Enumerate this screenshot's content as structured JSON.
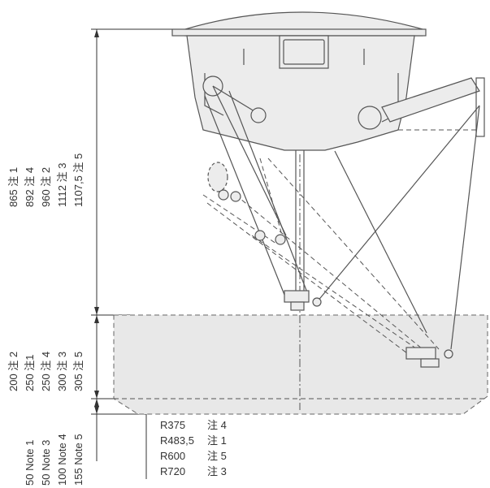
{
  "height_labels": {
    "upper": [
      "865 注 1",
      "892 注 4",
      "960 注 2",
      "1112 注 3",
      "1107,5 注 5"
    ],
    "middle": [
      "200 注 2",
      "250 注1",
      "250 注 4",
      "300 注 3",
      "305 注 5"
    ],
    "lower": [
      "50 Note 1",
      "50 Note 3",
      "100 Note 4",
      "155 Note 5"
    ]
  },
  "radius_notes": [
    {
      "value": "R375",
      "note": "注 4"
    },
    {
      "value": "R483,5",
      "note": "注 1"
    },
    {
      "value": "R600",
      "note": "注 5"
    },
    {
      "value": "R720",
      "note": "注 3"
    }
  ],
  "colors": {
    "line": "#333333",
    "workspace_fill": "#e8e8e8",
    "body_fill": "#ececec"
  }
}
